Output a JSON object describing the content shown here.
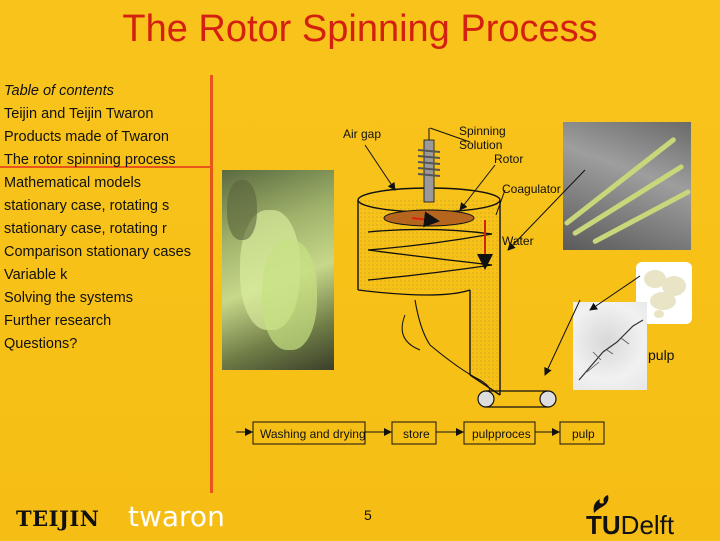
{
  "title": "The Rotor Spinning Process",
  "toc": {
    "heading": "Table of contents",
    "items": [
      "Teijin and Teijin Twaron",
      "Products made of Twaron",
      "The rotor spinning process",
      "Mathematical models",
      "stationary case, rotating s",
      "stationary case, rotating r",
      "Comparison stationary cases",
      "Variable k",
      "Solving the systems",
      "Further research",
      "Questions?"
    ]
  },
  "diagram": {
    "labels": {
      "air_gap": "Air gap",
      "spinning_solution": "Spinning Solution",
      "rotor": "Rotor",
      "coagulator": "Coagulator",
      "water": "Water"
    },
    "process": [
      "Washing and drying",
      "store",
      "pulpproces",
      "pulp"
    ],
    "pulp_label": "pulp"
  },
  "footer": {
    "teijin": "TEIJIN",
    "twaron": "twaron",
    "page": "5",
    "tu": "TU",
    "delft": "Delft"
  }
}
